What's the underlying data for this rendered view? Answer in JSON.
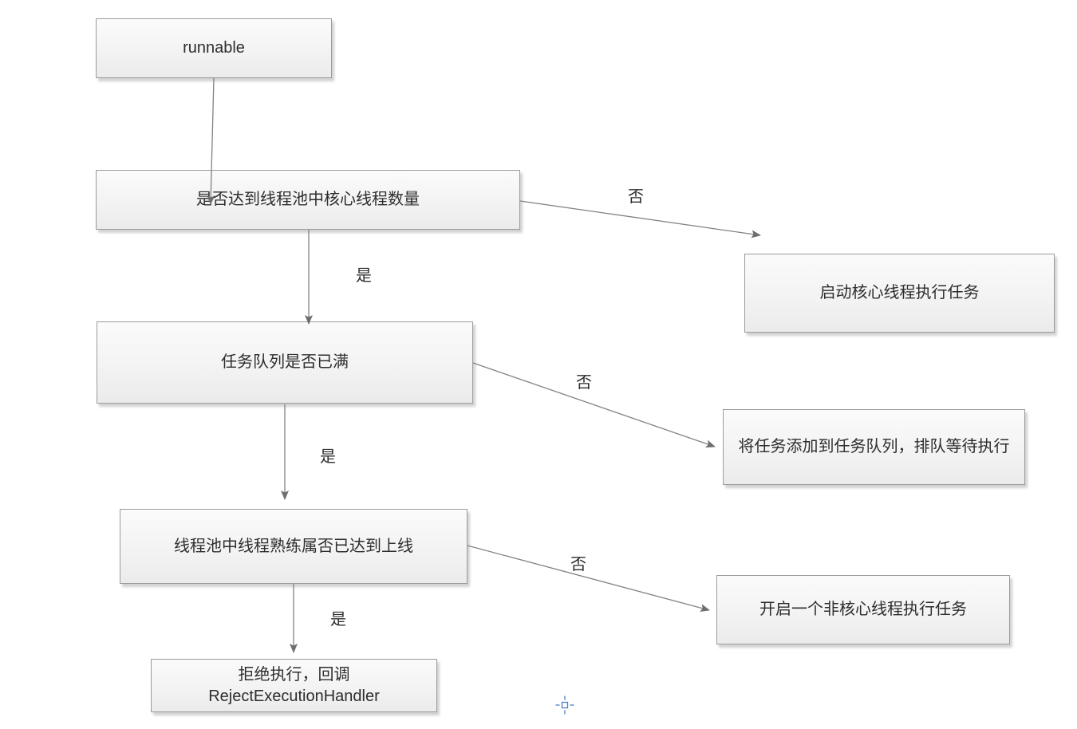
{
  "nodes": {
    "runnable": {
      "label": "runnable"
    },
    "core_check": {
      "label": "是否达到线程池中核心线程数量"
    },
    "queue_check": {
      "label": "任务队列是否已满"
    },
    "pool_check": {
      "label": "线程池中线程熟练属否已达到上线"
    },
    "reject": {
      "label": "拒绝执行，回调\nRejectExecutionHandler"
    },
    "start_core": {
      "label": "启动核心线程执行任务"
    },
    "enqueue": {
      "label": "将任务添加到任务队列，排队等待执行"
    },
    "start_noncore": {
      "label": "开启一个非核心线程执行任务"
    }
  },
  "edges": {
    "core_no": {
      "label": "否"
    },
    "core_yes": {
      "label": "是"
    },
    "queue_no": {
      "label": "否"
    },
    "queue_yes": {
      "label": "是"
    },
    "pool_no": {
      "label": "否"
    },
    "pool_yes": {
      "label": "是"
    }
  },
  "icons": {
    "cursor_marker": "crosshair-icon"
  },
  "colors": {
    "canvas_background": "#ffffff",
    "node_border": "#9b9b9b",
    "node_fill_top": "#fbfbfb",
    "node_fill_bottom": "#ebebeb",
    "edge_line": "#828282",
    "arrowhead": "#6e6e6e",
    "text": "#2d2d2d",
    "marker_blue": "#4a80c4"
  }
}
